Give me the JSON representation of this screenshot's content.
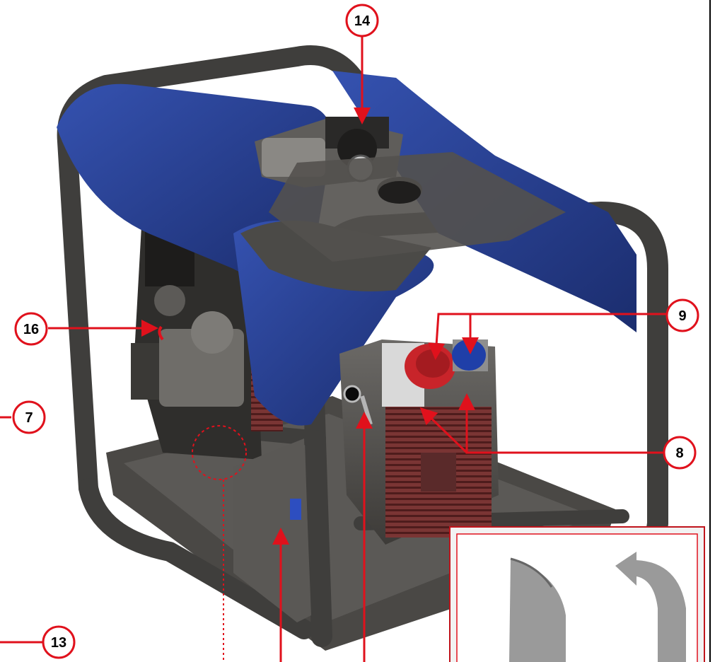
{
  "callouts": [
    {
      "id": "14",
      "label": "14"
    },
    {
      "id": "16",
      "label": "16"
    },
    {
      "id": "7",
      "label": "7"
    },
    {
      "id": "9",
      "label": "9"
    },
    {
      "id": "8",
      "label": "8"
    },
    {
      "id": "13",
      "label": "13"
    }
  ],
  "colors": {
    "frame": "#3f3e3c",
    "cover": "#243a86",
    "panel": "#55534f",
    "grille": "#6e3030",
    "socket_red": "#c8242a",
    "socket_blue": "#1f3fa8",
    "callout_line": "#e0111c",
    "inset_border": "#c0141c"
  },
  "icons": [
    "rotation-arrow-icon",
    "rotation-arrow-icon"
  ]
}
